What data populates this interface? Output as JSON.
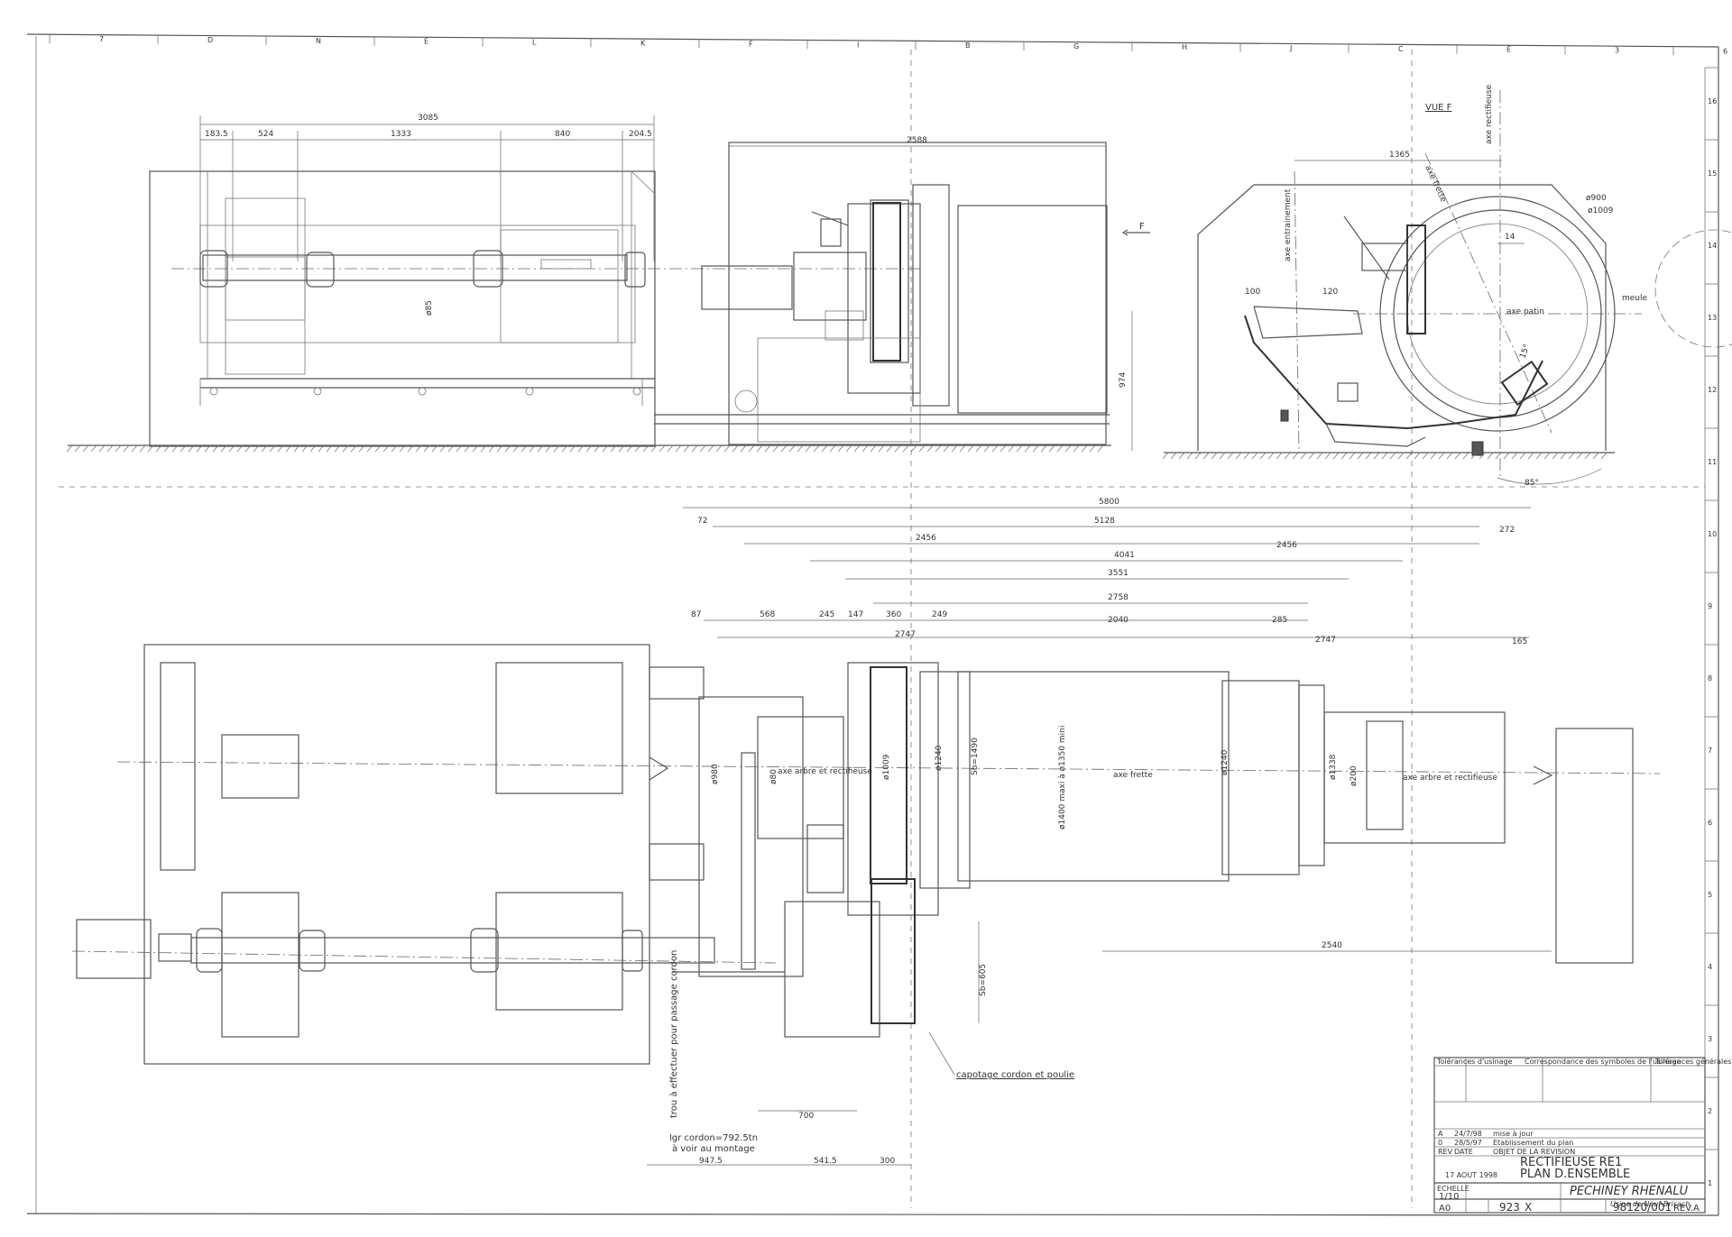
{
  "border": {
    "top_marks": [
      "7",
      "D",
      "N",
      "E",
      "L",
      "K",
      "F",
      "I",
      "B",
      "G",
      "H",
      "J",
      "C",
      "E",
      "3",
      "6"
    ],
    "right_marks": [
      "16",
      "15",
      "14",
      "13",
      "12",
      "11",
      "10",
      "9",
      "8",
      "7",
      "6",
      "5",
      "4",
      "3",
      "2",
      "1"
    ]
  },
  "top_left_view": {
    "overall_dim": "3085",
    "segment_dims": [
      "183.5",
      "524",
      "1333",
      "840",
      "204.5"
    ],
    "dim_2588": "2588",
    "dim_974": "974",
    "dim_d85": "ø85",
    "view_arrow": "F"
  },
  "vue_f": {
    "title": "VUE F",
    "dim_1365": "1365",
    "dim_d900": "ø900",
    "dim_d1009": "ø1009",
    "dim_14": "14",
    "dim_100": "100",
    "dim_120": "120",
    "dim_85": "85°",
    "dim_15": "15°",
    "axe_rectifieuse": "axe rectifieuse",
    "axe_frette": "axe frette",
    "axe_entrainement": "axe entrainement",
    "axe_patin": "axe patin",
    "meule": "meule"
  },
  "plan_view": {
    "dims": {
      "d5800": "5800",
      "d5128": "5128",
      "d72": "72",
      "d272": "272",
      "d2456a": "2456",
      "d2456b": "2456",
      "d4041": "4041",
      "d3551": "3551",
      "d2758": "2758",
      "d87": "87",
      "d568": "568",
      "d245": "245",
      "d147": "147",
      "d360": "360",
      "d249": "249",
      "d2040": "2040",
      "d285": "285",
      "d2747a": "2747",
      "d2747b": "2747",
      "d165": "165",
      "d2540": "2540",
      "d700": "700",
      "d9475": "947.5",
      "d5415": "541.5",
      "d300": "300",
      "d605": "Sb=605"
    },
    "diameters": {
      "d80": "ø80",
      "d1009": "ø1009",
      "d1240a": "ø1240",
      "d1490": "Sb=1490",
      "d1400": "ø1400 maxi à ø1350 mini",
      "d1240b": "ø1240",
      "d1338": "ø1338",
      "d200": "ø200",
      "d980": "ø980"
    },
    "labels": {
      "axe_arbre_1": "axe arbre et rectifieuse",
      "axe_frette": "axe frette",
      "axe_arbre_2": "axe arbre et rectifieuse",
      "trou": "trou à effectuer pour passage cordon",
      "lgr_cordon": "lgr cordon=792.5tn",
      "voir_montage": "à voir au montage",
      "capotage": "capotage cordon et poulie"
    }
  },
  "title_block": {
    "drawing_title_1": "RECTIFIEUSE RE1",
    "drawing_title_2": "PLAN D.ENSEMBLE",
    "date_stamp": "17 AOUT 1998",
    "scale_label": "ECHELLE",
    "scale": "1/10",
    "format": "A0",
    "company": "PECHINEY RHENALU",
    "plant": "Usine de Neuf-Brisach",
    "number_1": "923",
    "number_2": "X",
    "drawing_number": "98120/001",
    "revision": "REV.A",
    "rev_rows": [
      {
        "rev": "A",
        "date": "24/7/98",
        "desc": "mise à jour"
      },
      {
        "rev": "0",
        "date": "28/5/97",
        "desc": "Etablissement du plan"
      },
      {
        "rev": "REV",
        "date": "DATE",
        "desc": "OBJET DE LA REVISION"
      }
    ],
    "tolerance_header": "Tolérances d'usinage",
    "symbols_header": "Correspondance des symboles de l'usinage",
    "general_header": "Tolérances générales"
  }
}
